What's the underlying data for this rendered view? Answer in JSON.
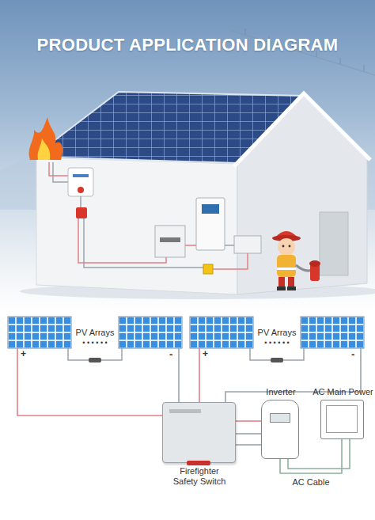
{
  "diagram": {
    "title": "PRODUCT APPLICATION DIAGRAM",
    "nodes": [
      {
        "text": [
          "PV Arrays"
        ]
      },
      {
        "text": [
          "PV Arrays"
        ]
      },
      {
        "text": [
          "Firefighter Safety Switch"
        ]
      },
      {
        "text": [
          "Inverter"
        ]
      },
      {
        "text": [
          "AC Main Power"
        ]
      }
    ],
    "edges": [
      {
        "from": 0,
        "to": 2,
        "arrow": "none"
      },
      {
        "from": 1,
        "to": 2,
        "arrow": "none"
      },
      {
        "from": 2,
        "to": 3,
        "arrow": "none"
      },
      {
        "from": 3,
        "to": 4,
        "arrow": "none",
        "label": "AC Cable"
      }
    ],
    "labels": [
      "• • • • • •",
      "• • • • • •",
      "+",
      "-",
      "+",
      "-"
    ]
  }
}
